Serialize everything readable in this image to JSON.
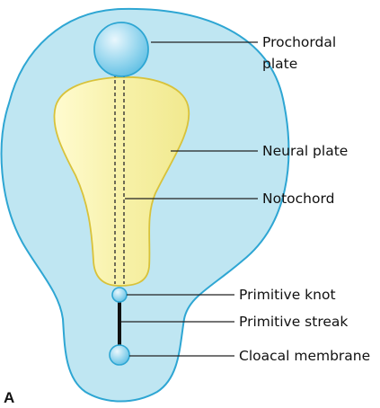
{
  "figure": {
    "panel_letter": "A",
    "colors": {
      "embryonic_disc": "#bfe6f2",
      "disc_outline": "#2ea6d3",
      "neural_plate": "#f6f0a6",
      "neural_plate_outline": "#d8c23a",
      "dots": "#8fd3ec",
      "lines": "#222222"
    }
  },
  "labels": {
    "prochordal_line1": "Prochordal",
    "prochordal_line2": "plate",
    "neural_plate": "Neural plate",
    "notochord": "Notochord",
    "primitive_knot": "Primitive knot",
    "primitive_streak": "Primitive streak",
    "cloacal_membrane": "Cloacal membrane"
  }
}
